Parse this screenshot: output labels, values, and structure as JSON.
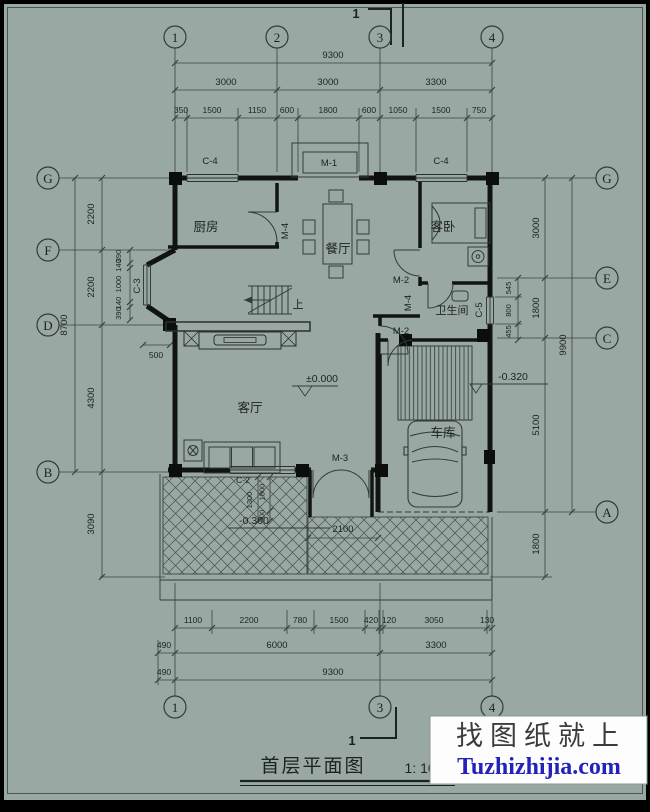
{
  "colors": {
    "paper": "#9aa8a3",
    "line": "#39423e",
    "wall": "#111411",
    "watermark_blue": "#2222bb"
  },
  "grid_axes": {
    "top": [
      "1",
      "2",
      "3",
      "4"
    ],
    "bottom": [
      "1",
      "3",
      "4"
    ],
    "left": [
      "G",
      "F",
      "D",
      "B"
    ],
    "right": [
      "G",
      "E",
      "C",
      "A"
    ]
  },
  "rooms": {
    "kitchen": "厨房",
    "dining": "餐厅",
    "bedroom": "客卧",
    "bath": "卫生间",
    "living": "客厅",
    "garage": "车库"
  },
  "openings": {
    "c4a": "C-4",
    "m1": "M-1",
    "c4b": "C-4",
    "m4a": "M-4",
    "m2a": "M-2",
    "m4b": "M-4",
    "m2b": "M-2",
    "m3": "M-3",
    "c3": "C-3",
    "c5": "C-5",
    "c2": "C-2"
  },
  "levels": {
    "floor": "±0.000",
    "garage": "-0.320",
    "terrace": "-0.300"
  },
  "stairs": {
    "up": "上"
  },
  "dims": {
    "top_overall": "9300",
    "top_major": [
      "3000",
      "3000",
      "3300"
    ],
    "top_minor": [
      "350",
      "1500",
      "1150",
      "600",
      "1800",
      "600",
      "1050",
      "1500",
      "750"
    ],
    "bottom_minor": [
      "1100",
      "2200",
      "780",
      "1500",
      "420",
      "120",
      "3050",
      "130"
    ],
    "bottom_major": [
      "490",
      "6000",
      "3300"
    ],
    "bottom_overall": [
      "490",
      "9300"
    ],
    "left_overall": "8700",
    "left_major": [
      "2200",
      "2200",
      "4300",
      "3090"
    ],
    "left_bay": [
      "390",
      "140",
      "1000",
      "140",
      "390"
    ],
    "bay_depth": "500",
    "right_overall": "9900",
    "right_major": [
      "3000",
      "1800",
      "5100",
      "1800"
    ],
    "right_bath": [
      "545",
      "800",
      "455"
    ],
    "entry_width": "2100",
    "porch_win": [
      "1300",
      "1800",
      "300"
    ]
  },
  "title_block": {
    "name": "首层平面图",
    "scale": "1: 100",
    "section": "1"
  },
  "watermark": {
    "line1": "找图纸就上",
    "line2": "Tuzhizhijia.com"
  }
}
